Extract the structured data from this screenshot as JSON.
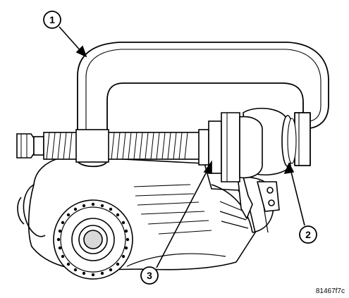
{
  "figure": {
    "id": "81467f7c",
    "callouts": [
      {
        "number": "1",
        "part": "c-clamp-tool"
      },
      {
        "number": "2",
        "part": "seal-ring"
      },
      {
        "number": "3",
        "part": "installer-adapter"
      }
    ]
  },
  "colors": {
    "line": "#000000",
    "paper": "#ffffff",
    "shade": "#d9d9d9"
  }
}
